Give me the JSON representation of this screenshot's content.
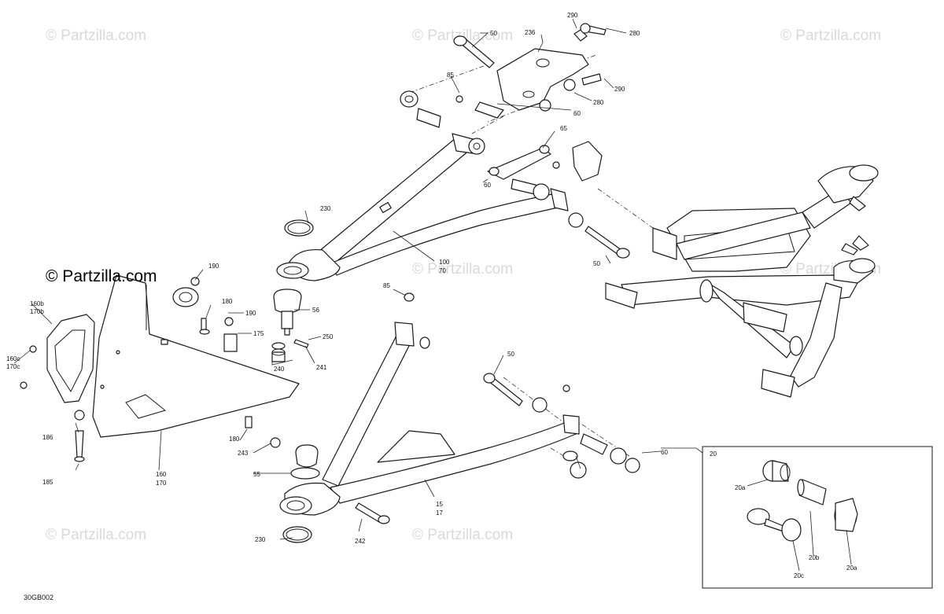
{
  "diagram": {
    "code": "30GB002",
    "watermark_text": "© Partzilla.com",
    "inset_label": "20",
    "callouts": [
      {
        "id": "c50a",
        "label": "50"
      },
      {
        "id": "c236",
        "label": "236"
      },
      {
        "id": "c290a",
        "label": "290"
      },
      {
        "id": "c280a",
        "label": "280"
      },
      {
        "id": "c85a",
        "label": "85"
      },
      {
        "id": "c290b",
        "label": "290"
      },
      {
        "id": "c280b",
        "label": "280"
      },
      {
        "id": "c60a",
        "label": "60"
      },
      {
        "id": "c65",
        "label": "65"
      },
      {
        "id": "c60b",
        "label": "60"
      },
      {
        "id": "c230a",
        "label": "230"
      },
      {
        "id": "c100",
        "label": "100"
      },
      {
        "id": "c70",
        "label": "70"
      },
      {
        "id": "c50b",
        "label": "50"
      },
      {
        "id": "c190a",
        "label": "190"
      },
      {
        "id": "c180a",
        "label": "180"
      },
      {
        "id": "c190b",
        "label": "190"
      },
      {
        "id": "c175",
        "label": "175"
      },
      {
        "id": "c56",
        "label": "56"
      },
      {
        "id": "c250",
        "label": "250"
      },
      {
        "id": "c240",
        "label": "240"
      },
      {
        "id": "c241",
        "label": "241"
      },
      {
        "id": "c85b",
        "label": "85"
      },
      {
        "id": "c160b",
        "label": "160b"
      },
      {
        "id": "c170b",
        "label": "170b"
      },
      {
        "id": "c160c",
        "label": "160c"
      },
      {
        "id": "c170c",
        "label": "170c"
      },
      {
        "id": "c186",
        "label": "186"
      },
      {
        "id": "c185",
        "label": "185"
      },
      {
        "id": "c180b",
        "label": "180"
      },
      {
        "id": "c160",
        "label": "160"
      },
      {
        "id": "c170",
        "label": "170"
      },
      {
        "id": "c50c",
        "label": "50"
      },
      {
        "id": "c243",
        "label": "243"
      },
      {
        "id": "c55",
        "label": "55"
      },
      {
        "id": "c60c",
        "label": "60"
      },
      {
        "id": "c15",
        "label": "15"
      },
      {
        "id": "c17",
        "label": "17"
      },
      {
        "id": "c230b",
        "label": "230"
      },
      {
        "id": "c242",
        "label": "242"
      },
      {
        "id": "c20a1",
        "label": "20a"
      },
      {
        "id": "c20b",
        "label": "20b"
      },
      {
        "id": "c20c",
        "label": "20c"
      },
      {
        "id": "c20a2",
        "label": "20a"
      }
    ]
  }
}
